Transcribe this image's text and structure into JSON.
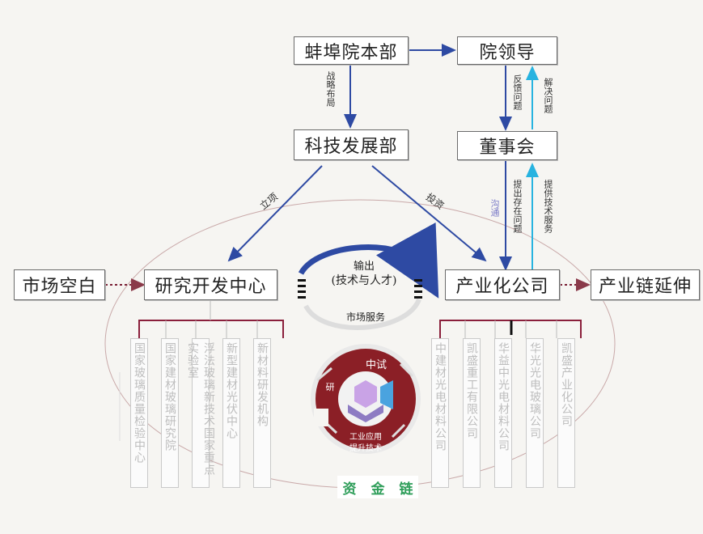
{
  "nodes": {
    "hq": "蚌埠院本部",
    "leadership": "院领导",
    "tech_dept": "科技发展部",
    "board": "董事会",
    "market_gap": "市场空白",
    "rd_center": "研究开发中心",
    "industrial_co": "产业化公司",
    "chain_extend": "产业链延伸"
  },
  "edge_labels": {
    "strategy": "战略布局",
    "feedback": "反馈问题",
    "solve": "解决问题",
    "raise_issue": "提出存在问题",
    "provide_tech": "提供技术服务",
    "lixiang": "立项",
    "touzi": "投资",
    "goutong": "沟通"
  },
  "cycle": {
    "output": "输出",
    "output_detail": "(技术与人才)",
    "market_service": "市场服务"
  },
  "logo": {
    "top": "中试",
    "left": "研",
    "caption_1": "工业应用",
    "caption_2": "提升技术"
  },
  "rd_units": [
    "国家玻璃质量检验中心",
    "国家建材玻璃研究院",
    "浮法玻璃新技术国家重点实验室",
    "新型建材光伏中心",
    "新材料研发机构"
  ],
  "company_units": [
    "中建材光电材料公司",
    "凯盛重工有限公司",
    "华益中光电材料公司",
    "华光光电玻璃公司",
    "凯盛产业化公司"
  ],
  "fund": {
    "chars": [
      "资",
      "金",
      "链"
    ]
  },
  "colors": {
    "blue_arrow": "#2e4aa3",
    "cyan_arrow": "#27b3e0",
    "maroon_line": "#7a1f34",
    "logo_red": "#8b1f26"
  }
}
